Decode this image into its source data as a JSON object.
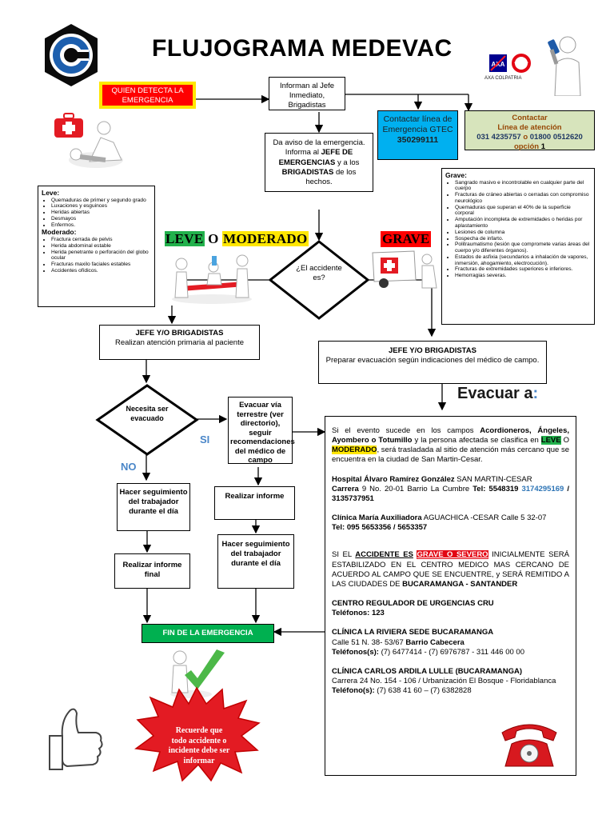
{
  "title": "FLUJOGRAMA MEDEVAC",
  "brand": {
    "partner_logo_text": "AXA COLPATRIA"
  },
  "colors": {
    "red": "#ff0000",
    "yellow": "#ffe600",
    "green": "#22b14c",
    "blue": "#00b0f0",
    "olive": "#d7e4bc",
    "brown": "#974806",
    "navy": "#1f3864"
  },
  "nodes": {
    "quien_detecta": "QUIEN DETECTA LA EMERGENCIA",
    "informan": "Informan al Jefe Inmediato, Brigadistas",
    "contactar_gtec": {
      "line1": "Contactar línea de Emergencia GTEC",
      "phone": "350299111"
    },
    "contactar_axa": {
      "line1": "Contactar",
      "line2": "Línea de atención",
      "phone1": "031 4235757",
      "o1": "o",
      "phone2": "01800 0512620",
      "opcion": "opción",
      "opcion_num": "1"
    },
    "aviso": {
      "pre": "Da aviso de la emergencia. Informa al ",
      "b1": "JEFE DE EMERGENCIAS",
      "mid": " y a los ",
      "b2": "BRIGADISTAS",
      "post": " de los hechos."
    },
    "decision_tipo": "¿El accidente es?",
    "leve_label": "LEVE",
    "o_label": "O",
    "moderado_label": "MODERADO",
    "grave_label": "GRAVE",
    "jefe_leve": {
      "title": "JEFE Y/O BRIGADISTAS",
      "text": "Realizan atención primaria al paciente"
    },
    "jefe_grave": {
      "title": "JEFE Y/O BRIGADISTAS",
      "text": "Preparar evacuación según indicaciones del médico de campo."
    },
    "necesita": "Necesita ser evacuado",
    "si": "SI",
    "no": "NO",
    "evacuar_via": "Evacuar vía terrestre (ver directorio), seguir recomendaciones del médico de campo",
    "hacer_seg_1": "Hacer seguimiento del trabajador durante el día",
    "realizar_informe": "Realizar informe",
    "hacer_seg_2": "Hacer seguimiento del trabajador durante el día",
    "informe_final": "Realizar informe final",
    "fin": "FIN DE LA EMERGENCIA",
    "recuerde": "Recuerde que todo accidente o incidente debe ser informar"
  },
  "leve": {
    "heading": "Leve:",
    "items": [
      "Quemaduras de primer y segundo grado",
      "Luxaciones y esguinces",
      "Heridas abiertas",
      "Desmayos",
      "Enfermos."
    ],
    "moderado_heading": "Moderado:",
    "moderado_items": [
      "Fractura cerrada de pelvis",
      "Herida abdominal estable",
      "Herida penetrante o perforación del globo ocular",
      "Fracturas maxilo faciales estables",
      "Accidentes ofídicos."
    ]
  },
  "grave": {
    "heading": "Grave:",
    "items": [
      "Sangrado masivo e incontrolable en cualquier parte del cuerpo",
      "Fracturas de cráneo abiertas o cerradas con compromiso neurológico",
      "Quemaduras que superan el 40% de la superficie corporal",
      "Amputación incompleta de extremidades o heridas por aplastamiento",
      "Lesiones de columna",
      "Sospecha de infarto.",
      "Politraumatismo (lesión que compromete varias áreas del cuerpo y/o diferentes órganos).",
      "Estados de asfixia (secundarios a inhalación de vapores, inmersión, ahogamiento, electrocución).",
      "Fracturas de extremidades superiores e inferiores.",
      "Hemorragias severas."
    ]
  },
  "evacuar": {
    "heading": "Evacuar a",
    "heading_colon": ":",
    "p1": {
      "pre": "Si el evento sucede en los campos ",
      "b1": "Acordioneros, Ángeles, Ayombero o Totumillo",
      "mid": " y la persona afectada se clasifica en ",
      "leve": "LEVE",
      "o": " O ",
      "moderado": "MODERADO",
      "post": ", será trasladada al sitio de atención más cercano que se encuentra en la ciudad de San Martin-Cesar."
    },
    "p2": {
      "name": "Hospital Álvaro Ramírez González",
      "city": " SAN MARTIN-CESAR",
      "addr_b": "Carrera",
      "addr": " 9 No. 20-01 Barrio La Cumbre ",
      "tel_label": "Tel:",
      "tel1": " 5548319 ",
      "tel2": "3174295169",
      "tel3": " / 3135737951"
    },
    "p3": {
      "name": "Clínica María Auxiliadora",
      "rest": " AGUACHICA -CESAR Calle 5 32-07",
      "tel": "Tel: 095 5653356 / 5653357"
    },
    "p4": {
      "pre": "SI EL ",
      "b1": "ACCIDENTE ES",
      "sp": " ",
      "grave": "GRAVE O SEVERO",
      "mid": " INICIALMENTE SERÁ ESTABILIZADO EN EL CENTRO MEDICO MAS CERCANO DE ACUERDO AL CAMPO QUE SE ENCUENTRE, y SERÁ REMITIDO A LAS CIUDADES DE ",
      "b2": "BUCARAMANGA - SANTANDER"
    },
    "p5": {
      "name": "CENTRO REGULADOR DE URGENCIAS CRU",
      "tel": "Teléfonos: 123"
    },
    "p6": {
      "name": "CLÍNICA LA RIVIERA SEDE BUCARAMANGA",
      "addr": "Calle 51 N. 38- 53/67 ",
      "barrio": "Barrio Cabecera",
      "tel_label": "Teléfonos(s):",
      "tel": " (7) 6477414 - (7) 6976787 - 311 446 00 00"
    },
    "p7": {
      "name": "CLÍNICA CARLOS ARDILA LULLE (BUCARAMANGA)",
      "addr": "Carrera 24 No. 154 - 106 / Urbanización El Bosque - Floridablanca",
      "tel_label": "Teléfono(s):",
      "tel": " (7) 638 41 60 – (7) 6382828"
    }
  }
}
